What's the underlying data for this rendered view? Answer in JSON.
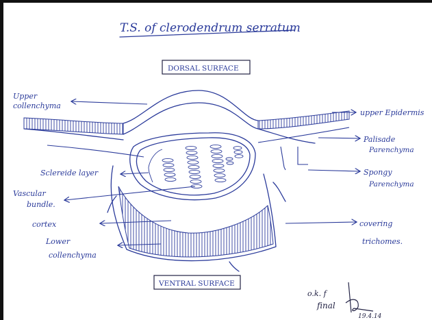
{
  "title": "T.S. of clerodendrum serratum",
  "dorsal_label": "DORSAL SURFACE",
  "ventral_label": "VENTRAL SURFACE",
  "labels": {
    "upper_collenchyma_1": "Upper",
    "upper_collenchyma_2": "collenchyma",
    "upper_epidermis": "upper Epidermis",
    "palisade_1": "Palisade",
    "palisade_2": "Parenchyma",
    "spongy_1": "Spongy",
    "spongy_2": "Parenchyma",
    "sclereide": "Sclereide layer",
    "vascular_1": "Vascular",
    "vascular_2": "bundle.",
    "cortex": "cortex",
    "lower_1": "Lower",
    "lower_2": "collenchyma",
    "covering_1": "covering",
    "covering_2": "trichomes."
  },
  "signature": {
    "line1": "o.k. f",
    "line2": "final",
    "date": "19.4.14"
  },
  "colors": {
    "ink": "#2a3a9a",
    "border": "#111111"
  }
}
